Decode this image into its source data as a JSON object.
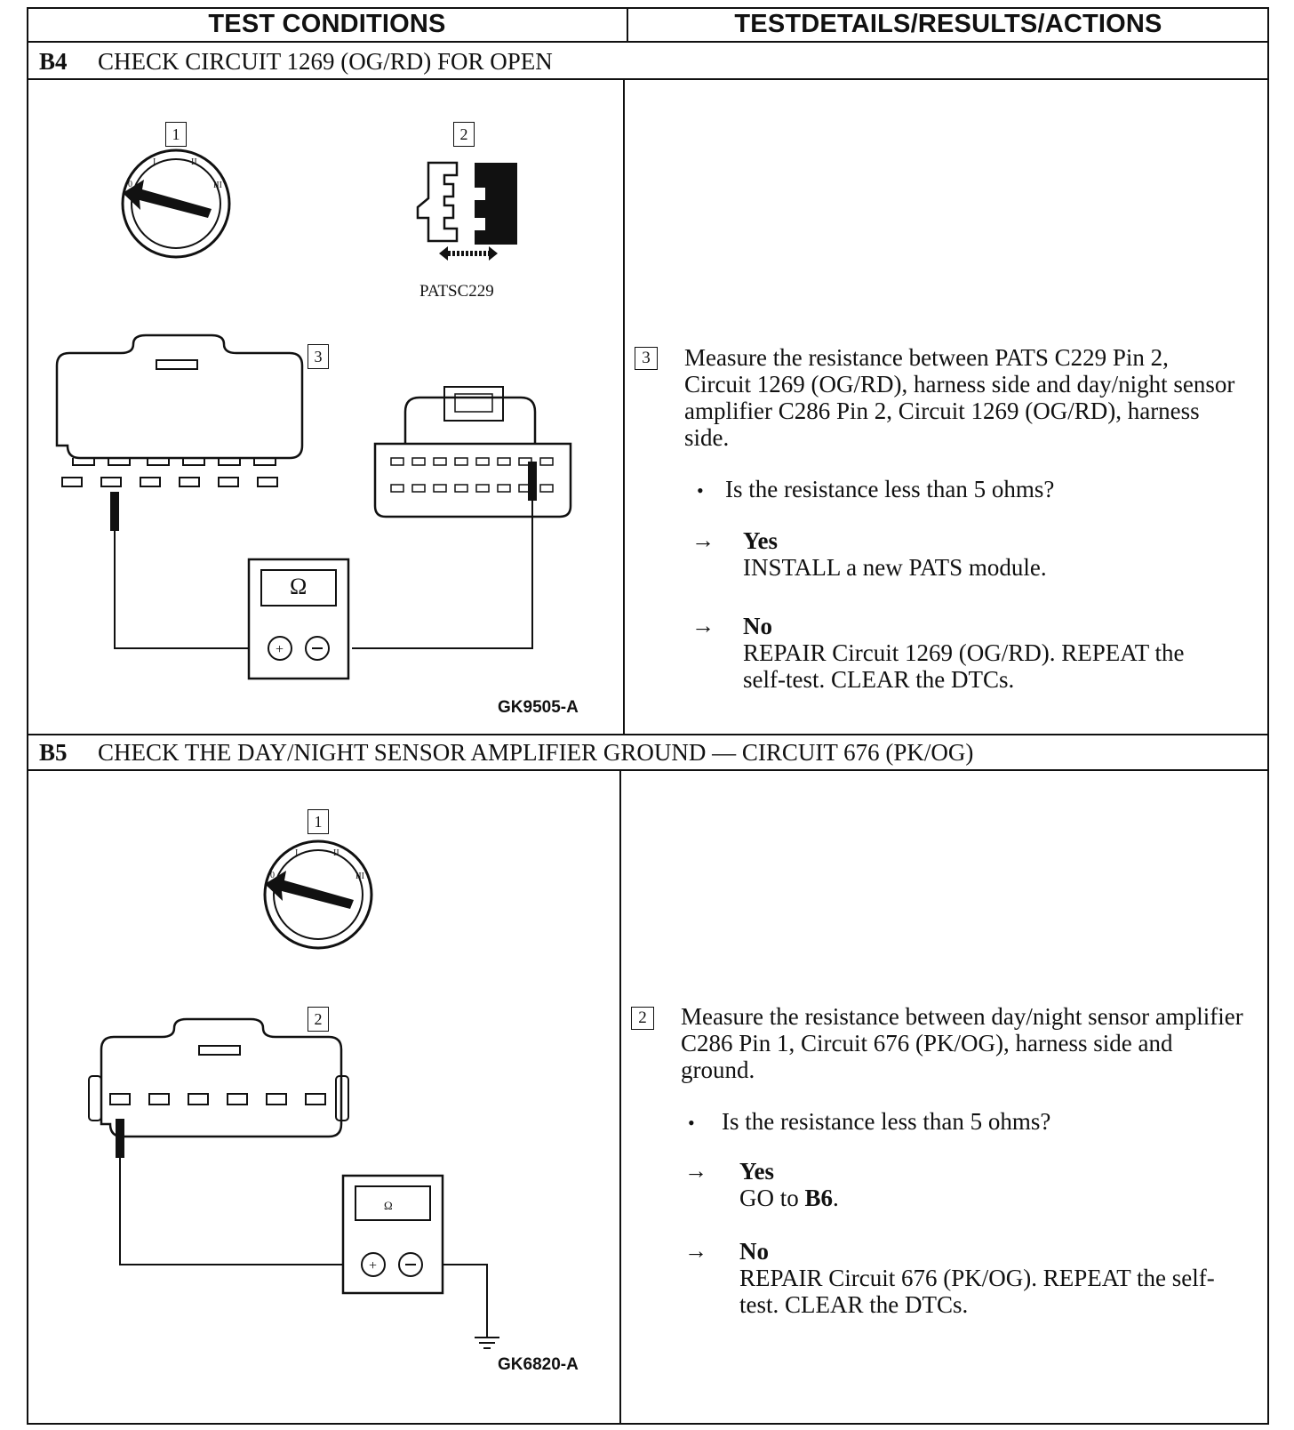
{
  "header": {
    "left": "TEST CONDITIONS",
    "right": "TESTDETAILS/RESULTS/ACTIONS"
  },
  "b4": {
    "id": "B4",
    "title": "CHECK CIRCUIT 1269 (OG/RD) FOR OPEN",
    "figure": {
      "step1": "1",
      "step2": "2",
      "step3": "3",
      "connector_label": "PATSC229",
      "meter_symbol": "Ω",
      "caption": "GK9505-A"
    },
    "action": {
      "step": "3",
      "instruction": "Measure the resistance between PATS C229 Pin 2, Circuit 1269 (OG/RD), harness side and day/night sensor amplifier C286 Pin 2, Circuit 1269 (OG/RD), harness side.",
      "question": "Is the resistance less than 5 ohms?",
      "yes_label": "Yes",
      "yes_text": "INSTALL a new PATS module.",
      "no_label": "No",
      "no_text": "REPAIR Circuit 1269 (OG/RD). REPEAT the self-test. CLEAR the DTCs."
    }
  },
  "b5": {
    "id": "B5",
    "title": "CHECK THE DAY/NIGHT SENSOR AMPLIFIER GROUND — CIRCUIT 676 (PK/OG)",
    "figure": {
      "step1": "1",
      "step2": "2",
      "caption": "GK6820-A"
    },
    "action": {
      "step": "2",
      "instruction": "Measure the resistance between day/night sensor amplifier C286 Pin 1, Circuit 676 (PK/OG), harness side and ground.",
      "question": "Is the resistance less than 5 ohms?",
      "yes_label": "Yes",
      "yes_pre": "GO to ",
      "yes_ref": "B6",
      "yes_post": ".",
      "no_label": "No",
      "no_text": "REPAIR Circuit 676 (PK/OG). REPEAT the self-test. CLEAR the DTCs."
    }
  }
}
